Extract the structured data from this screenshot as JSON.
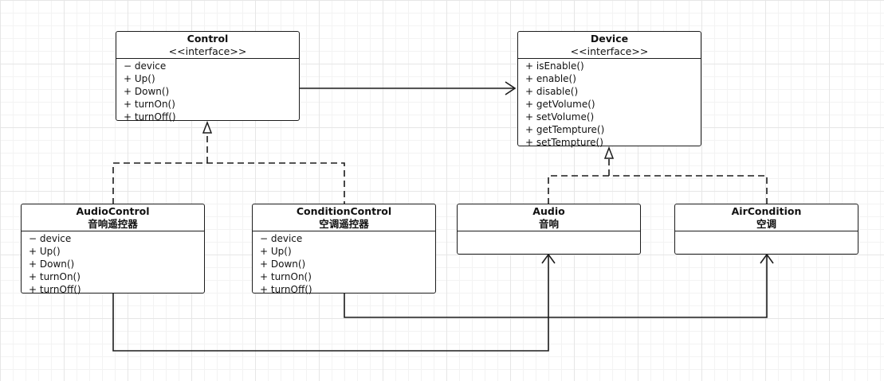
{
  "classes": {
    "control": {
      "name": "Control",
      "stereotype": "<<interface>>",
      "members": [
        "− device",
        "+ Up()",
        "+ Down()",
        "+ turnOn()",
        "+ turnOff()"
      ]
    },
    "device": {
      "name": "Device",
      "stereotype": "<<interface>>",
      "members": [
        "+ isEnable()",
        "+ enable()",
        "+ disable()",
        "+ getVolume()",
        "+ setVolume()",
        "+ getTempture()",
        "+ setTempture()"
      ]
    },
    "audio_control": {
      "name": "AudioControl",
      "subtitle": "音响遥控器",
      "members": [
        "− device",
        "+ Up()",
        "+ Down()",
        "+ turnOn()",
        "+ turnOff()"
      ]
    },
    "condition_control": {
      "name": "ConditionControl",
      "subtitle": "空调遥控器",
      "members": [
        "− device",
        "+ Up()",
        "+ Down()",
        "+ turnOn()",
        "+ turnOff()"
      ]
    },
    "audio": {
      "name": "Audio",
      "subtitle": "音响"
    },
    "air_condition": {
      "name": "AirCondition",
      "subtitle": "空调"
    }
  },
  "relations": [
    {
      "from": "control",
      "to": "device",
      "kind": "association"
    },
    {
      "from": "audio_control",
      "to": "control",
      "kind": "realization"
    },
    {
      "from": "condition_control",
      "to": "control",
      "kind": "realization"
    },
    {
      "from": "audio",
      "to": "device",
      "kind": "realization"
    },
    {
      "from": "air_condition",
      "to": "device",
      "kind": "realization"
    },
    {
      "from": "audio_control",
      "to": "audio",
      "kind": "association"
    },
    {
      "from": "condition_control",
      "to": "air_condition",
      "kind": "association"
    }
  ]
}
